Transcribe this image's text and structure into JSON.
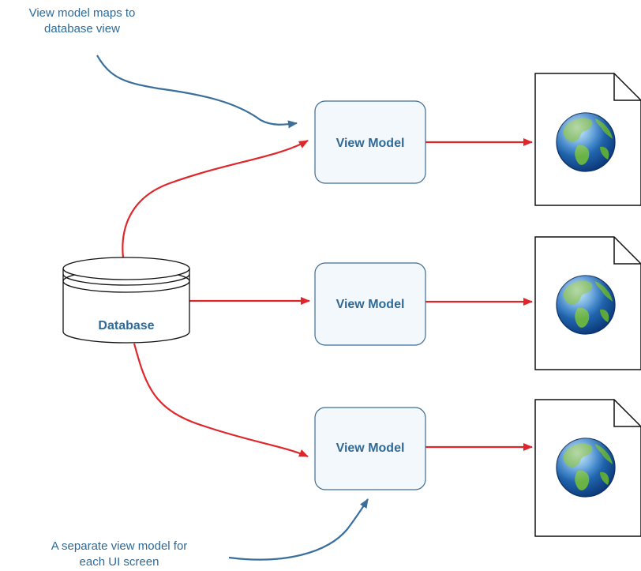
{
  "diagram": {
    "database": {
      "label": "Database"
    },
    "view_models": [
      {
        "label": "View Model"
      },
      {
        "label": "View Model"
      },
      {
        "label": "View Model"
      }
    ],
    "notes": {
      "top": [
        "View model maps to",
        "database view"
      ],
      "bottom": [
        "A separate view model for",
        "each UI screen"
      ]
    },
    "colors": {
      "arrow_red": "#e0262a",
      "arrow_blue": "#3a6f9c",
      "text_blue": "#2f6a97",
      "box_fill": "#f3f8fc",
      "box_stroke": "#3d6c92"
    },
    "pages": [
      {
        "icon": "globe-icon"
      },
      {
        "icon": "globe-icon"
      },
      {
        "icon": "globe-icon"
      }
    ]
  }
}
